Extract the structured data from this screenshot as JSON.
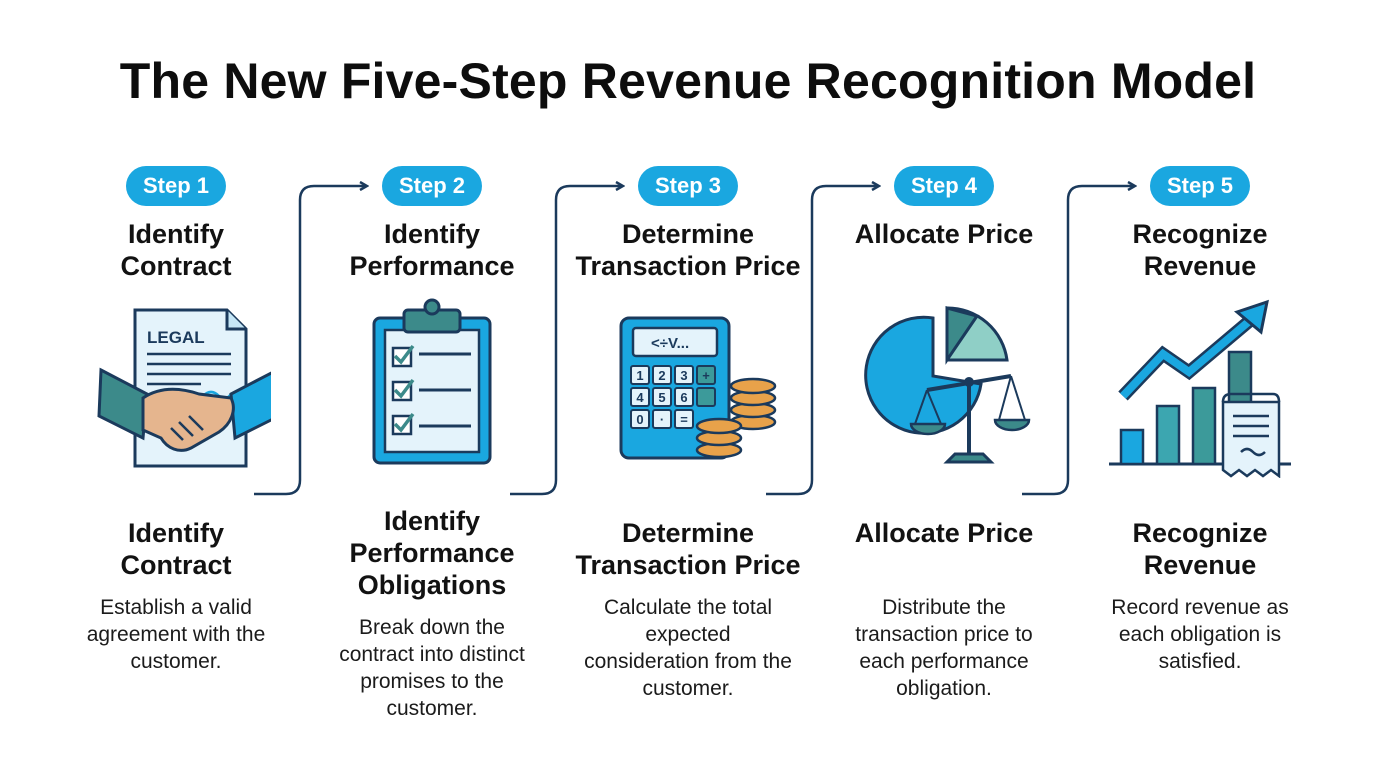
{
  "title": "The New Five-Step Revenue Recognition Model",
  "colors": {
    "accent": "#1aa7e0",
    "navy": "#1b3a5c",
    "teal": "#3c9a9a",
    "light_blue": "#d8f0fb"
  },
  "steps": [
    {
      "badge": "Step 1",
      "heading": "Identify Contract",
      "title": "Identify Contract",
      "description": "Establish a valid agreement with the customer.",
      "icon": "handshake-contract-icon",
      "icon_text": "LEGAL"
    },
    {
      "badge": "Step 2",
      "heading": "Identify Performance",
      "title": "Identify Performance Obligations",
      "description": "Break down the contract into distinct promises to the customer.",
      "icon": "clipboard-checklist-icon"
    },
    {
      "badge": "Step 3",
      "heading": "Determine Transaction Price",
      "title": "Determine Transaction Price",
      "description": "Calculate the total expected consideration from the customer.",
      "icon": "calculator-coins-icon",
      "icon_text": "<÷V...",
      "keys": [
        "1",
        "2",
        "3",
        "+",
        "4",
        "5",
        "6",
        "",
        "0",
        "·",
        "="
      ]
    },
    {
      "badge": "Step 4",
      "heading": "Allocate Price",
      "title": "Allocate Price",
      "description": "Distribute the transaction price to each performance obligation.",
      "icon": "pie-chart-scale-icon"
    },
    {
      "badge": "Step 5",
      "heading": "Recognize Revenue",
      "title": "Recognize Revenue",
      "description": "Record revenue as each obligation is satisfied.",
      "icon": "growth-chart-receipt-icon"
    }
  ]
}
